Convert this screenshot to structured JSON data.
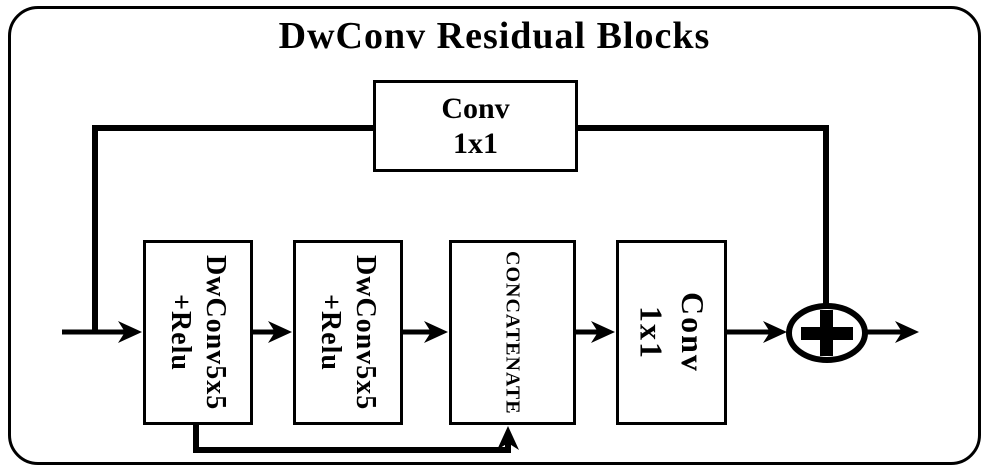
{
  "diagram": {
    "title": "DwConv Residual Blocks",
    "colors": {
      "ink": "#000000",
      "background": "#ffffff"
    },
    "nodes": {
      "skip_conv": {
        "line1": "Conv",
        "line2": "1x1"
      },
      "dwconv1": {
        "line1": "DwConv5x5",
        "line2": "+Relu"
      },
      "dwconv2": {
        "line1": "DwConv5x5",
        "line2": "+Relu"
      },
      "concat": {
        "label": "CONCATENATE"
      },
      "conv_out": {
        "line1": "Conv",
        "line2": "1x1"
      },
      "add": {
        "icon": "plus-icon"
      }
    }
  }
}
